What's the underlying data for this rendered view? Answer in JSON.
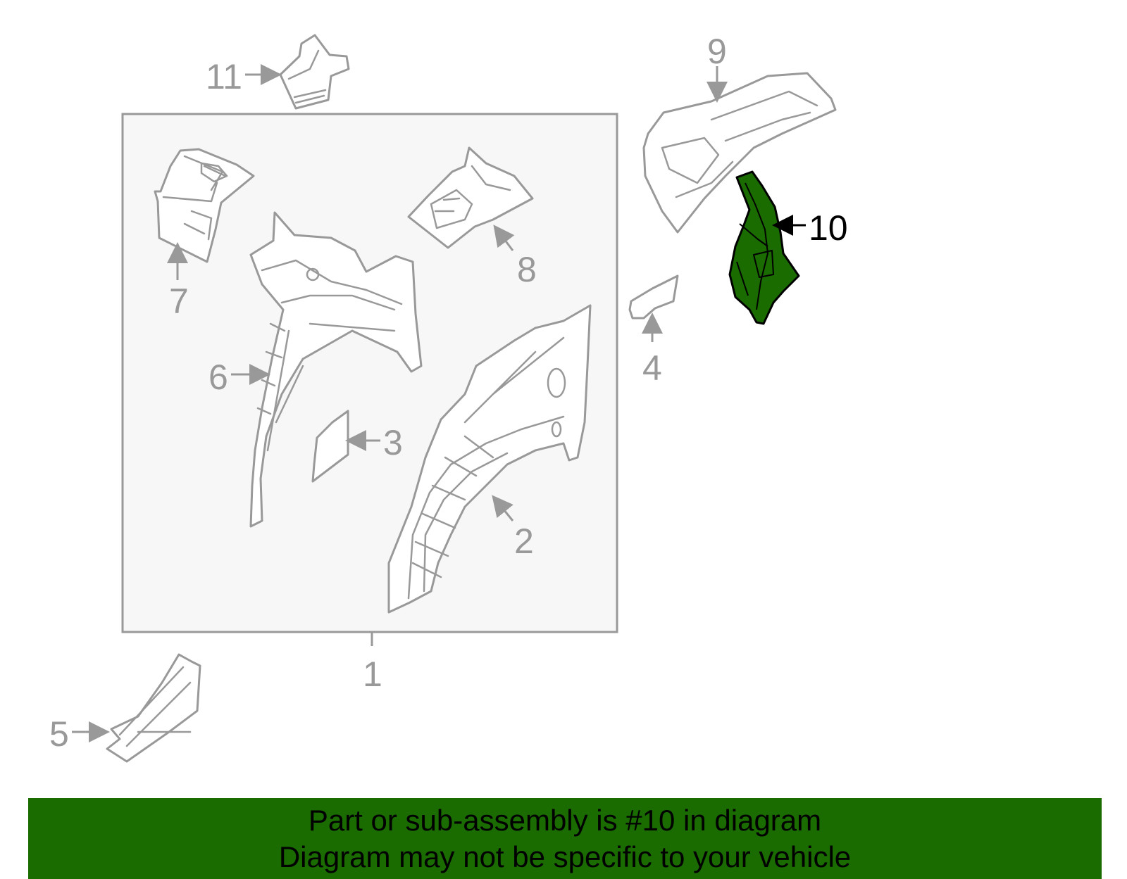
{
  "colors": {
    "highlight_fill": "#1a6b00",
    "banner_bg": "#1a6b00",
    "assembly_box_bg": "#f7f7f7",
    "part_stroke": "#999999"
  },
  "callouts": {
    "c1": "1",
    "c2": "2",
    "c3": "3",
    "c4": "4",
    "c5": "5",
    "c6": "6",
    "c7": "7",
    "c8": "8",
    "c9": "9",
    "c10": "10",
    "c11": "11"
  },
  "highlighted_part": "10",
  "banner": {
    "line1": "Part or sub-assembly is #10 in diagram",
    "line2": "Diagram may not be specific to your vehicle"
  }
}
